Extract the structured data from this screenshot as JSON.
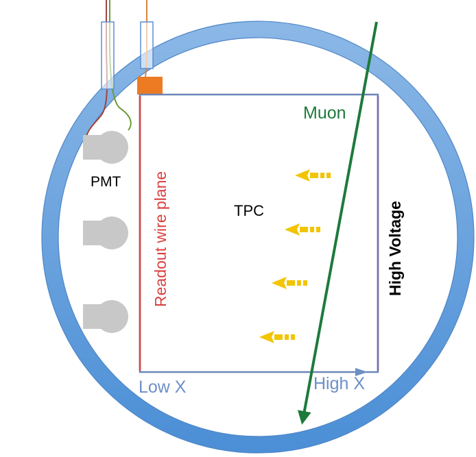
{
  "labels": {
    "muon": "Muon",
    "pmt": "PMT",
    "readout": "Readout wire plane",
    "tpc": "TPC",
    "high_voltage": "High Voltage",
    "low_x": "Low X",
    "high_x": "High X"
  },
  "colors": {
    "cryostat": "#5b9bd5",
    "tpc_box": "#6b86b8",
    "readout_plane": "#d94040",
    "cathode": "#7a6aa8",
    "muon": "#1d7a3c",
    "drift_arrow": "#f2c500",
    "pmt": "#c8c8c8",
    "connector": "#ec7b23",
    "axis_text": "#6d8fc7"
  },
  "icons": [
    "pmt-icon",
    "drift-arrow-icon",
    "connector-icon"
  ]
}
